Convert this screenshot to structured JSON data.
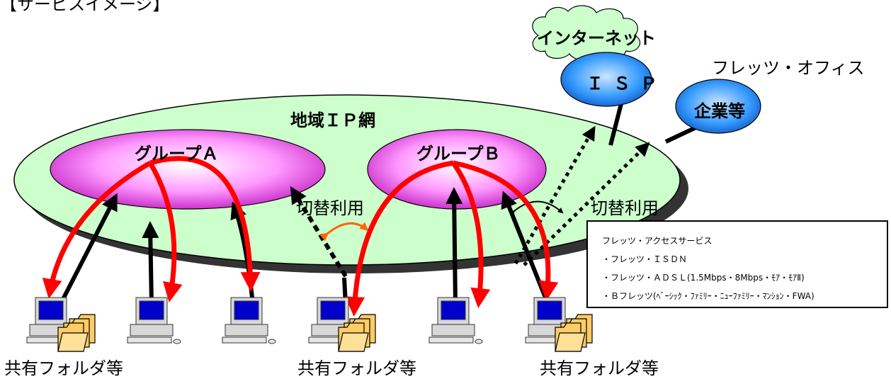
{
  "title": "【サービスイメージ】",
  "region_label": "地域ＩＰ網",
  "group_a": "グループＡ",
  "group_b": "グループＢ",
  "internet": "インターネット",
  "isp": "ＩＳＰ",
  "flets_office": "フレッツ・オフィス",
  "corporate": "企業等",
  "switch_use_1": "切替利用",
  "switch_use_2": "切替利用",
  "shared_folder_1": "共有フォルダ等",
  "shared_folder_2": "共有フォルダ等",
  "shared_folder_3": "共有フォルダ等",
  "info_box": {
    "heading": "フレッツ・アクセスサービス",
    "items": [
      "・フレッツ・ＩＳＤＮ",
      "・フレッツ・ＡＤＳＬ(1.5Mbps・8Mbps・ﾓｱ・ﾓｱⅡ)",
      "・Ｂフレッツ(ﾍﾞｰｼｯｸ・ﾌｧﾐﾘｰ・ﾆｭｰﾌｧﾐﾘｰ・ﾏﾝｼｮﾝ・FWA)"
    ]
  },
  "colors": {
    "region_fill": "#ccffcc",
    "group_fill": "#ff99ff",
    "cloud_fill": "#ccffcc",
    "node_fill": "#3399ff",
    "arrow_red": "#ff0000",
    "arrow_black": "#000000",
    "swap_orange": "#ff6600"
  }
}
